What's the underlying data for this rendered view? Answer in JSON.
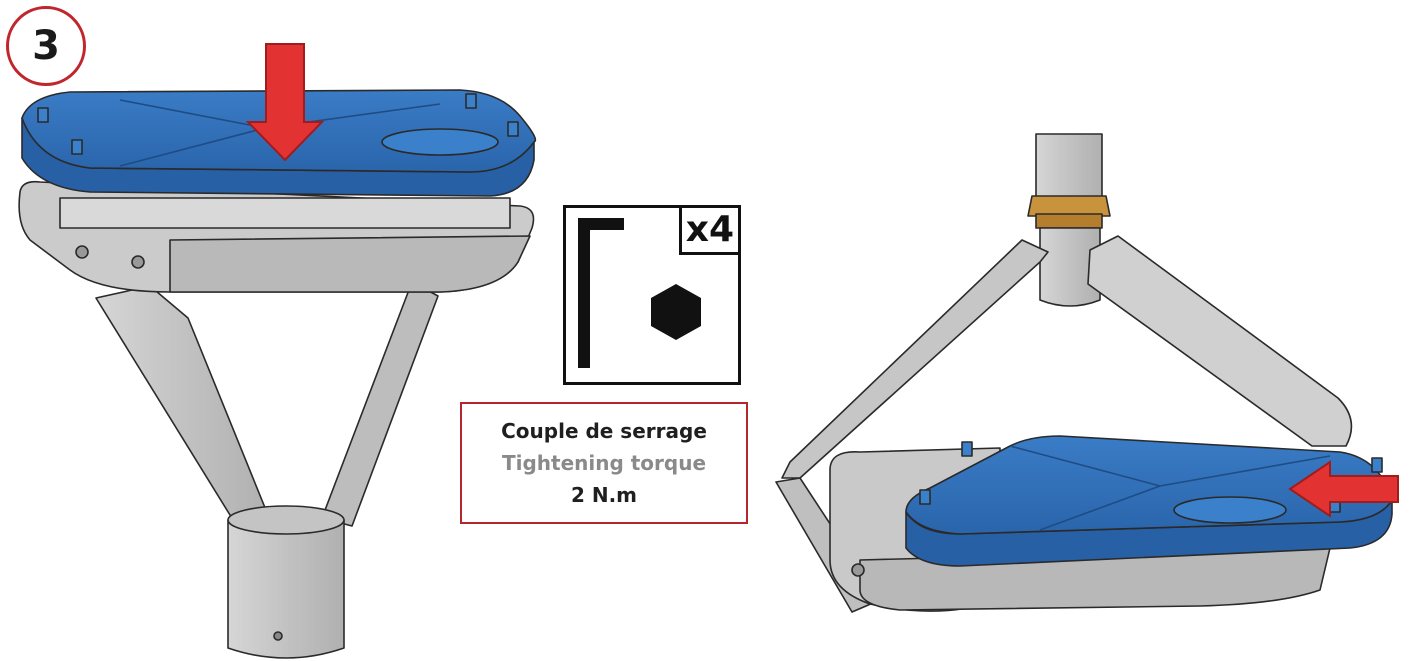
{
  "step": {
    "number": "3"
  },
  "tool": {
    "quantity": "x4",
    "icon": "allen-key-hex-icon"
  },
  "torque": {
    "label_fr": "Couple de serrage",
    "label_en": "Tightening torque",
    "value": "2 N.m"
  },
  "colors": {
    "cover_blue": "#2f72bd",
    "arrow_red": "#e23232",
    "frame_gray": "#c8c8c8",
    "nut_brass": "#c8933c",
    "badge_border": "#c0272d",
    "torque_border": "#b3262c"
  }
}
